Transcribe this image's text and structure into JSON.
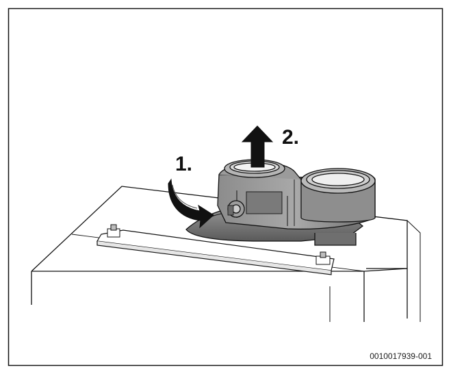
{
  "figure": {
    "step_1_label": "1.",
    "step_2_label": "2.",
    "figure_id": "0010017939-001"
  },
  "colors": {
    "line": "#111111",
    "adapter_fill": "#7f7f7f",
    "adapter_light": "#a6a6a6",
    "adapter_dark": "#4d4d4d",
    "arrow": "#111111"
  }
}
